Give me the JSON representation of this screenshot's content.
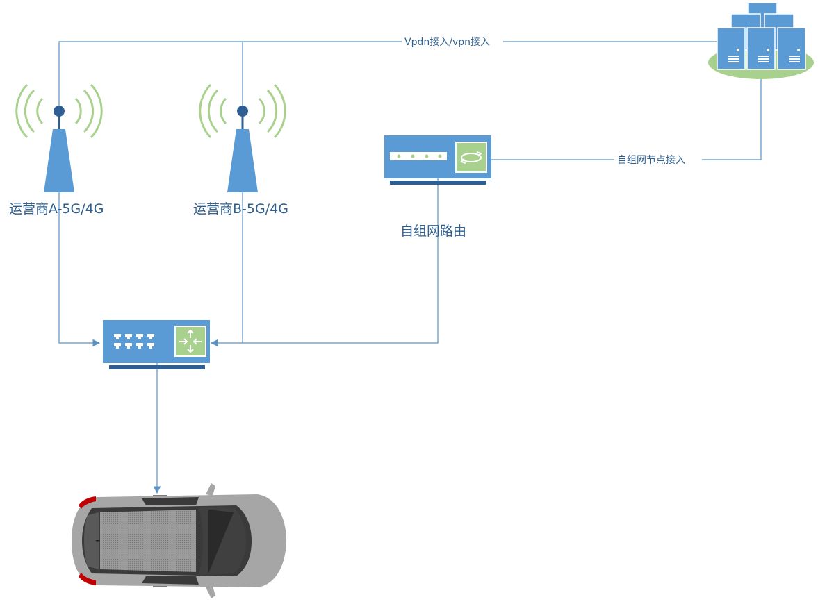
{
  "nodes": {
    "tower_a": {
      "label": "运营商A-5G/4G"
    },
    "tower_b": {
      "label": "运营商B-5G/4G"
    },
    "mesh_router": {
      "label": "自组网路由"
    },
    "vehicle_switch": {
      "label": ""
    },
    "server_cluster": {
      "label": ""
    },
    "vehicle": {
      "label": ""
    }
  },
  "links": {
    "vpdn": {
      "label": "Vpdn接入/vpn接入"
    },
    "mesh": {
      "label": "自组网节点接入"
    }
  },
  "colors": {
    "device_blue": "#5b9bd5",
    "device_dark": "#2e5e92",
    "panel_green": "#a9d18e",
    "wave_green": "#a9d18e",
    "line_blue": "#5b93c7",
    "text_blue": "#2f5f8f",
    "car_gray": "#a6a6a6",
    "car_red": "#c00000"
  },
  "icons": {
    "tower": "antenna-tower-icon",
    "switch": "network-switch-icon",
    "router": "mesh-router-icon",
    "server": "server-cluster-icon",
    "car": "car-top-view-icon"
  }
}
